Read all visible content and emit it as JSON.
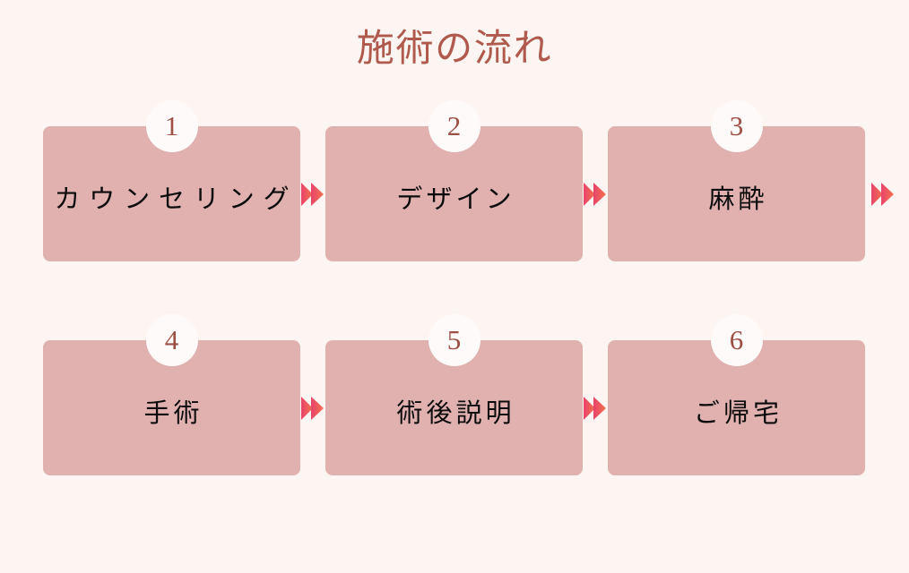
{
  "page": {
    "title": "施術の流れ",
    "background_color": "#FDF5F2",
    "title_color": "#B05A4E",
    "card_color": "#E0B1AE",
    "badge_color": "#FFFAFA",
    "badge_number_color": "#9E4F44",
    "card_text_color": "#0B0B0B",
    "arrow_gradient_start": "#E8436B",
    "arrow_gradient_end": "#F4744E"
  },
  "steps": [
    {
      "number": "1",
      "label": "カウンセリング",
      "has_arrow_after": true
    },
    {
      "number": "2",
      "label": "デザイン",
      "has_arrow_after": true
    },
    {
      "number": "3",
      "label": "麻酔",
      "has_arrow_after": true
    },
    {
      "number": "4",
      "label": "手術",
      "has_arrow_after": true
    },
    {
      "number": "5",
      "label": "術後説明",
      "has_arrow_after": true
    },
    {
      "number": "6",
      "label": "ご帰宅",
      "has_arrow_after": false
    }
  ],
  "icons": {
    "arrow": "double-chevron-right-icon"
  }
}
